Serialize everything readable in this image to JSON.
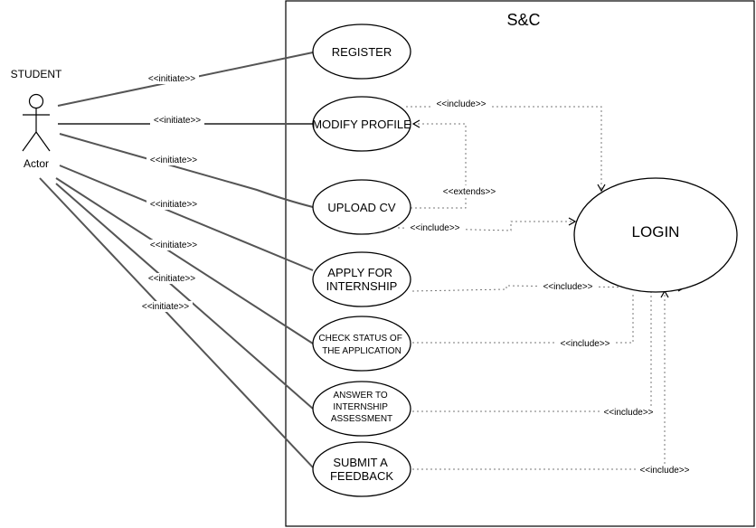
{
  "system": {
    "name": "S&C"
  },
  "actor": {
    "title": "STUDENT",
    "name": "Actor"
  },
  "use_cases": {
    "register": [
      "REGISTER"
    ],
    "modify_profile": [
      "MODIFY PROFILE"
    ],
    "upload_cv": [
      "UPLOAD CV"
    ],
    "apply": [
      "APPLY FOR",
      "INTERNSHIP"
    ],
    "check_status": [
      "CHECK STATUS OF",
      "THE APPLICATION"
    ],
    "answer": [
      "ANSWER TO",
      "INTERNSHIP",
      "ASSESSMENT"
    ],
    "feedback": [
      "SUBMIT A",
      "FEEDBACK"
    ],
    "login": [
      "LOGIN"
    ]
  },
  "relations": {
    "initiate": "<<initiate>>",
    "include": "<<include>>",
    "extends": "<<extends>>"
  }
}
